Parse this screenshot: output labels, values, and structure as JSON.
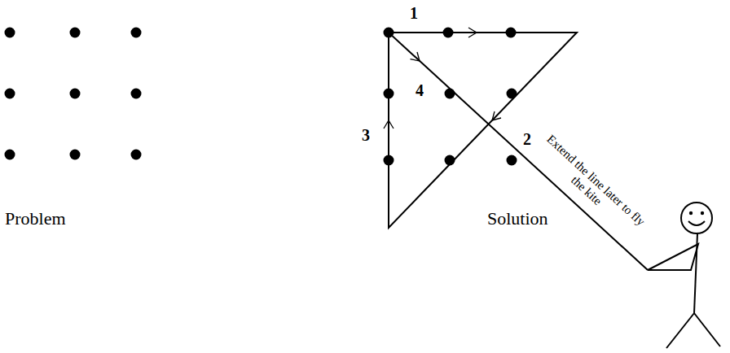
{
  "diagram": {
    "labels": [
      "1",
      "2",
      "3",
      "4",
      "Extend the line later to fly the kite",
      "Problem",
      "Solution"
    ]
  }
}
